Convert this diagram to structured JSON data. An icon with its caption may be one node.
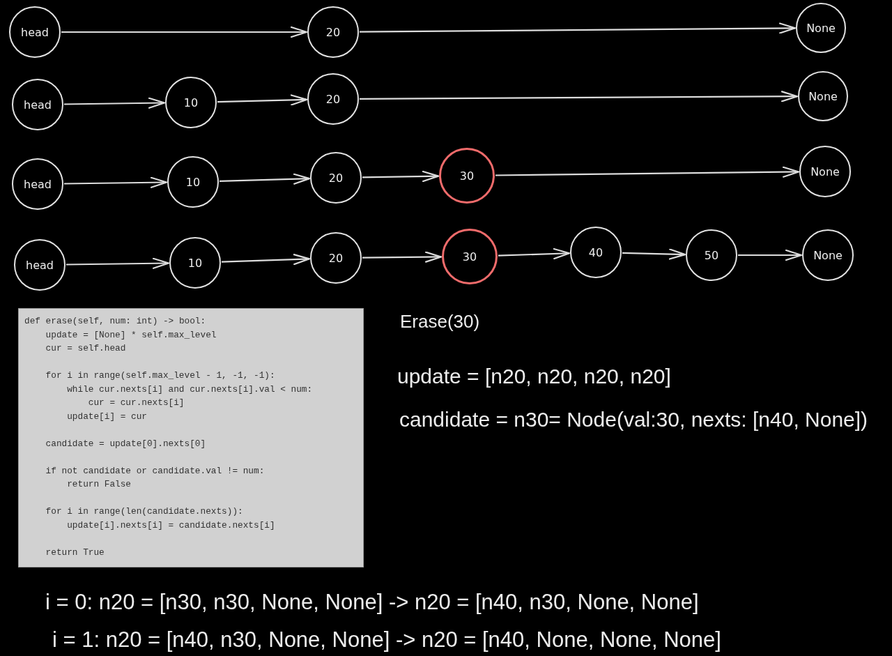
{
  "diagram": {
    "nodes": [
      {
        "text": [
          "head"
        ]
      },
      {
        "text": [
          "20"
        ]
      },
      {
        "text": [
          "None"
        ]
      },
      {
        "text": [
          "head"
        ]
      },
      {
        "text": [
          "10"
        ]
      },
      {
        "text": [
          "20"
        ]
      },
      {
        "text": [
          "None"
        ]
      },
      {
        "text": [
          "head"
        ]
      },
      {
        "text": [
          "10"
        ]
      },
      {
        "text": [
          "20"
        ]
      },
      {
        "text": [
          "30"
        ]
      },
      {
        "text": [
          "None"
        ]
      },
      {
        "text": [
          "head"
        ]
      },
      {
        "text": [
          "10"
        ]
      },
      {
        "text": [
          "20"
        ]
      },
      {
        "text": [
          "30"
        ]
      },
      {
        "text": [
          "40"
        ]
      },
      {
        "text": [
          "50"
        ]
      },
      {
        "text": [
          "None"
        ]
      },
      {
        "text": [
          "def erase(self, num: int) -> bool:",
          "update = [None] * self.max_level",
          "cur = self.head",
          "for i in range(self.max_level - 1, -1, -1):",
          "while cur.nexts[i] and cur.nexts[i].val < num:",
          "cur = cur.nexts[i]",
          "update[i] = cur",
          "candidate = update[0].nexts[0]",
          "if not candidate or candidate.val != num:",
          "return False",
          "for i in range(len(candidate.nexts)):",
          "update[i].nexts[i] = candidate.nexts[i]",
          "return True"
        ]
      }
    ],
    "edges": [
      {
        "from": 0,
        "to": 1,
        "arrow": "to"
      },
      {
        "from": 1,
        "to": 2,
        "arrow": "to"
      },
      {
        "from": 3,
        "to": 4,
        "arrow": "to"
      },
      {
        "from": 4,
        "to": 5,
        "arrow": "to"
      },
      {
        "from": 5,
        "to": 6,
        "arrow": "to"
      },
      {
        "from": 7,
        "to": 8,
        "arrow": "to"
      },
      {
        "from": 8,
        "to": 9,
        "arrow": "to"
      },
      {
        "from": 9,
        "to": 10,
        "arrow": "to"
      },
      {
        "from": 10,
        "to": 11,
        "arrow": "to"
      },
      {
        "from": 12,
        "to": 13,
        "arrow": "to"
      },
      {
        "from": 13,
        "to": 14,
        "arrow": "to"
      },
      {
        "from": 14,
        "to": 15,
        "arrow": "to"
      },
      {
        "from": 15,
        "to": 16,
        "arrow": "to"
      },
      {
        "from": 16,
        "to": 17,
        "arrow": "to"
      },
      {
        "from": 17,
        "to": 18,
        "arrow": "to"
      }
    ],
    "labels": [
      "Erase(30)",
      "update = [n20, n20, n20, n20]",
      "candidate = n30= Node(val:30, nexts: [n40, None])",
      "i = 0: n20 = [n30, n30, None, None] -> n20 = [n40, n30, None, None]",
      "i = 1: n20 = [n40, n30, None, None] -> n20 = [n40, None, None, None]"
    ]
  }
}
